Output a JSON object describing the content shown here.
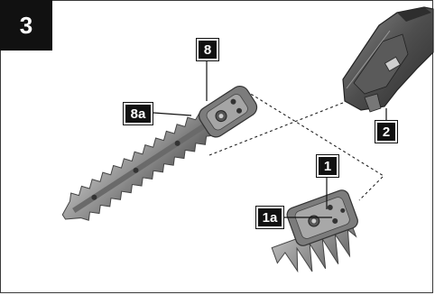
{
  "figure": {
    "number": "3",
    "callouts": {
      "c8": "8",
      "c8a": "8a",
      "c1": "1",
      "c1a": "1a",
      "c2": "2"
    }
  },
  "colors": {
    "metal": "#8a8a8a",
    "metal_dark": "#5a5a5a",
    "body_dark": "#3c3c3c",
    "body_mid": "#6e6e6e",
    "label_bg": "#111111"
  },
  "icons": [
    "hedge-blade",
    "shrub-blade",
    "tool-body"
  ]
}
